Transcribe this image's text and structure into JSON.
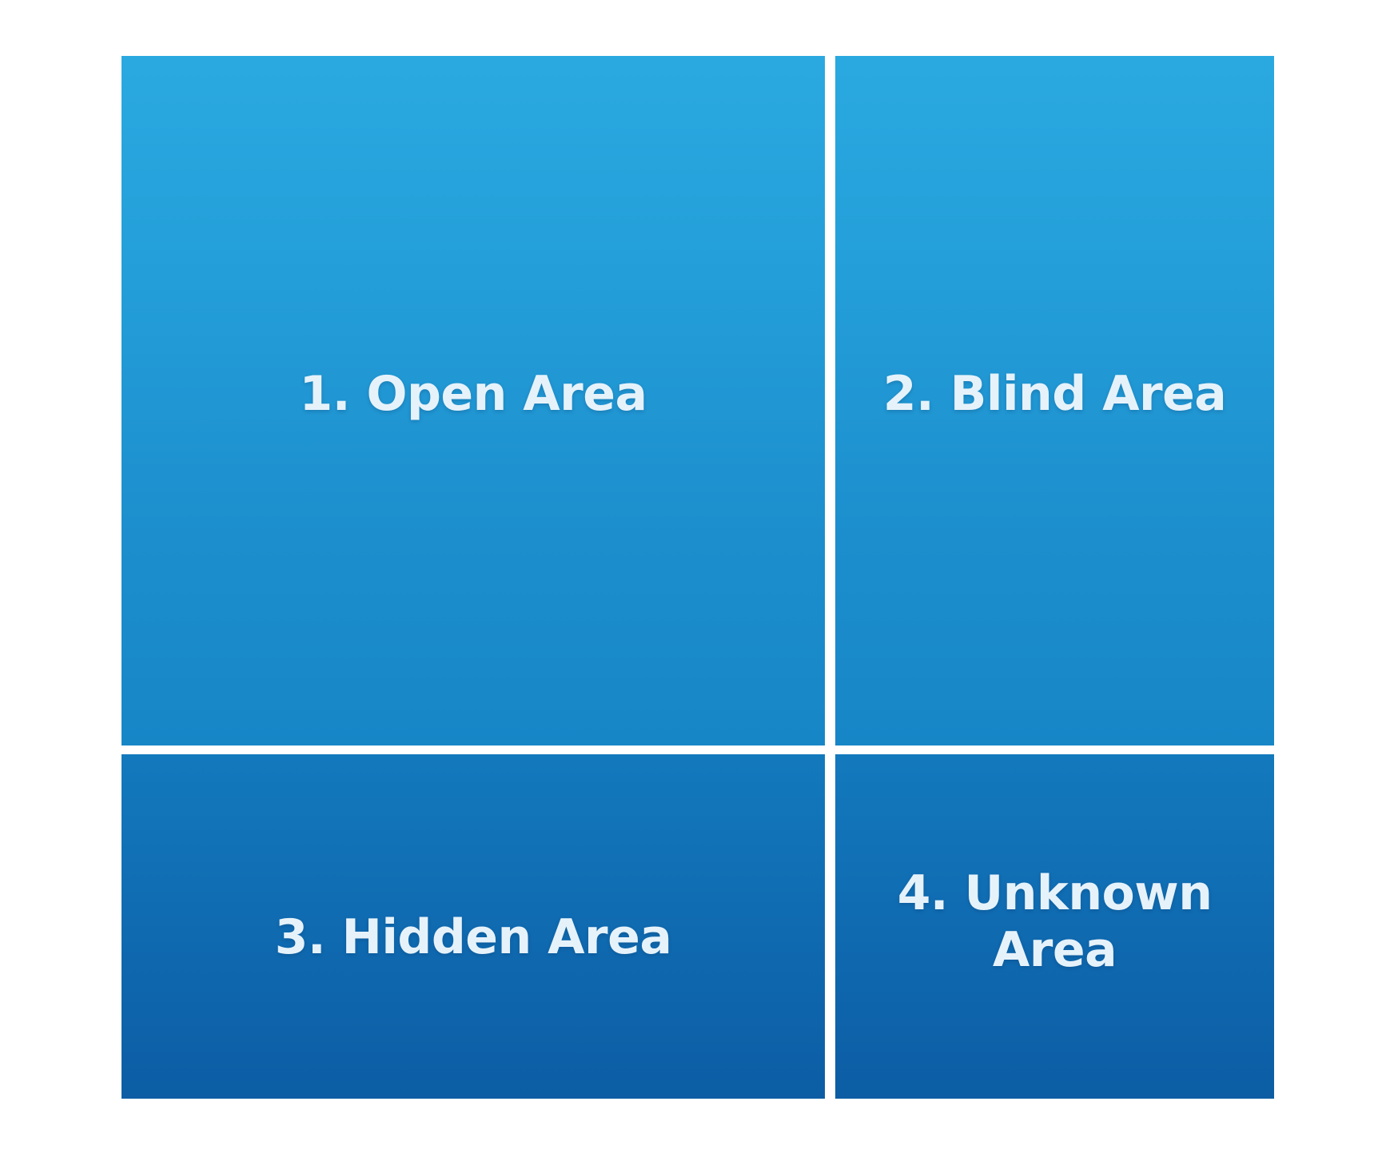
{
  "diagram": {
    "type": "johari-window",
    "background_color": "#ffffff",
    "quadrants": [
      {
        "id": "q1",
        "number": "1.",
        "name": "Open Area",
        "label": "1. Open Area",
        "position": "top-left",
        "fill_top": "#2aa9e0",
        "fill_bottom": "#1786c7",
        "text_color": "#e6f2fa"
      },
      {
        "id": "q2",
        "number": "2.",
        "name": "Blind Area",
        "label": "2. Blind Area",
        "position": "top-right",
        "fill_top": "#2aa9e0",
        "fill_bottom": "#1786c7",
        "text_color": "#e6f2fa"
      },
      {
        "id": "q3",
        "number": "3.",
        "name": "Hidden Area",
        "label": "3. Hidden Area",
        "position": "bottom-left",
        "fill_top": "#1379bd",
        "fill_bottom": "#0c5da4",
        "text_color": "#e6f2fa"
      },
      {
        "id": "q4",
        "number": "4.",
        "name": "Unknown Area",
        "label": "4. Unknown\nArea",
        "position": "bottom-right",
        "fill_top": "#1379bd",
        "fill_bottom": "#0c5da4",
        "text_color": "#e6f2fa"
      }
    ]
  }
}
